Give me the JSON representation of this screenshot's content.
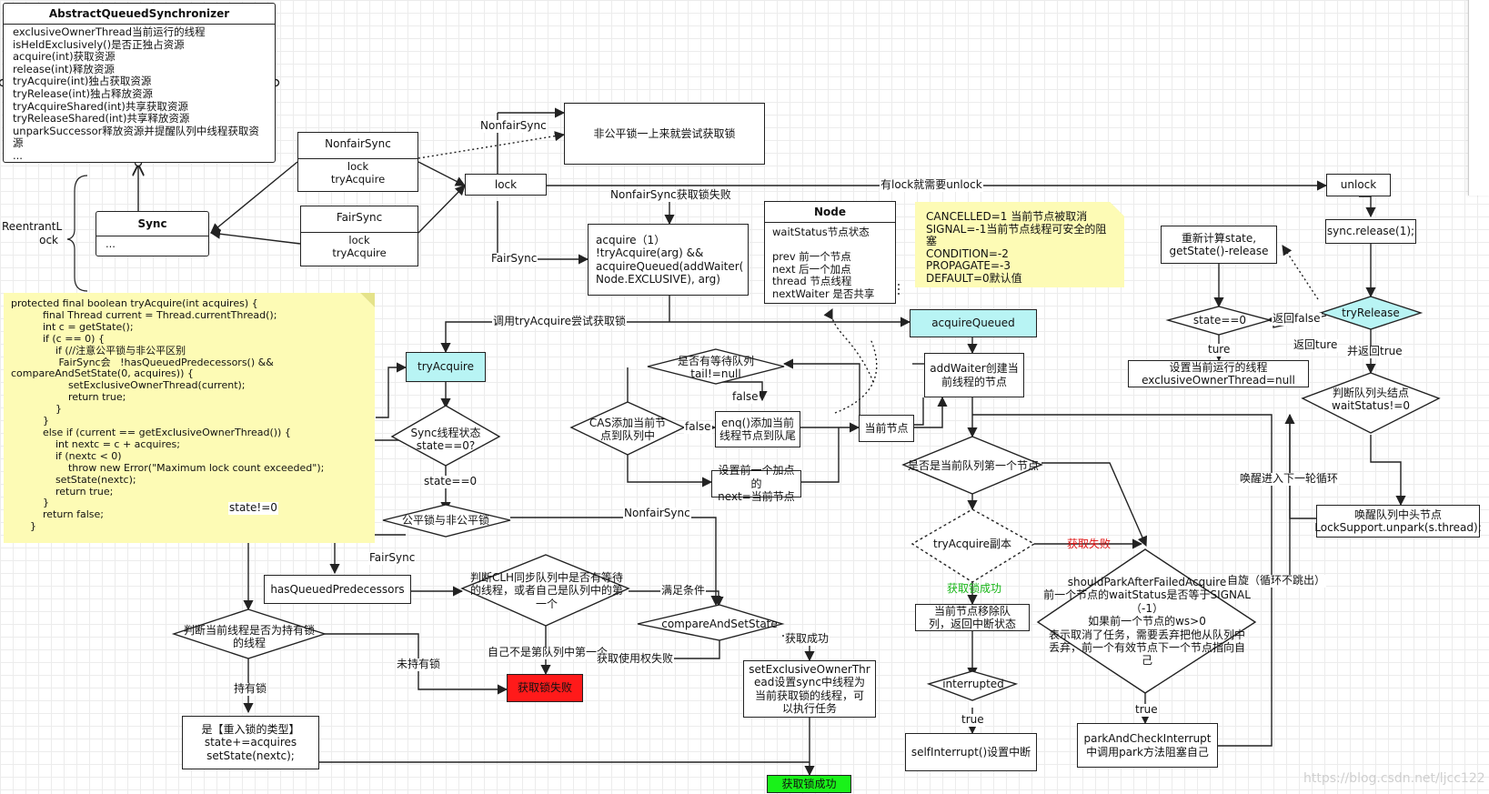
{
  "aqs": {
    "title": "AbstractQueuedSynchronizer",
    "body": "exclusiveOwnerThread当前运行的线程\nisHeldExclusively()是否正独占资源\nacquire(int)获取资源\nrelease(int)释放资源\ntryAcquire(int)独占获取资源\ntryRelease(int)独占释放资源\ntryAcquireShared(int)共享获取资源\ntryReleaseShared(int)共享释放资源\nunparkSuccessor释放资源并提醒队列中线程获取资源\n..."
  },
  "sync": {
    "title": "Sync",
    "body": "..."
  },
  "reentrantlock": "ReentrantL\nock",
  "nonfair_class": {
    "title": "NonfairSync",
    "body": "lock\ntryAcquire"
  },
  "fair_class": {
    "title": "FairSync",
    "body": "lock\ntryAcquire"
  },
  "code_note": "protected final boolean tryAcquire(int acquires) {\n          final Thread current = Thread.currentThread();\n          int c = getState();\n          if (c == 0) {\n              if (//注意公平锁与非公平区别\n               FairSync会   !hasQueuedPredecessors() &&\ncompareAndSetState(0, acquires)) {\n                  setExclusiveOwnerThread(current);\n                  return true;\n              }\n          }\n          else if (current == getExclusiveOwnerThread()) {\n              int nextc = c + acquires;\n              if (nextc < 0)\n                  throw new Error(\"Maximum lock count exceeded\");\n              setState(nextc);\n              return true;\n          }\n          return false;\n      }",
  "nodes": {
    "nonfair_try": "非公平锁一上来就尝试获取锁",
    "lock": "lock",
    "unlock": "unlock",
    "acquire": "acquire（1）\n!tryAcquire(arg) &&\nacquireQueued(addWaiter(\nNode.EXCLUSIVE), arg)",
    "node_title": "Node",
    "node_body": "waitStatus节点状态\n\nprev 前一个节点\nnext 后一个加点\nthread 节点线程\nnextWaiter 是否共享",
    "tryacquire": "tryAcquire",
    "acquirequeued": "acquireQueued",
    "addwaiter": "addWaiter创建当\n前线程的节点",
    "has_waiting": "是否有等待队列\ntail!=null",
    "cas_add": "CAS添加当前节\n点到队列中",
    "enq": "enq()添加当前\n线程节点到队尾",
    "current_node": "当前节点",
    "set_prev": "设置前一个加点的\nnext=当前节点",
    "sync_state": "Sync线程状态\nstate==0?",
    "fair_or_not": "公平锁与非公平锁",
    "hasqueued": "hasQueuedPredecessors",
    "clh_check": "判断CLH同步队列中是否有等待\n的线程，或者自己是队列中的第\n一个",
    "cas_state": "compareAndSetState",
    "set_owner": "setExclusiveOwnerThr\nead设置sync中线程为\n当前获取锁的线程，可\n以执行任务",
    "fail": "获取锁失败",
    "success": "获取锁成功",
    "is_holder": "判断当前线程是否为持有锁\n的线程",
    "reentrant": "是【重入锁的类型】\nstate+=acquires\nsetState(nextc);",
    "is_first": "是否是当前队列第一个节点",
    "try_copy": "tryAcquire副本",
    "remove_node": "当前节点移除队\n列，返回中断状态",
    "interrupted": "interrupted",
    "self_interrupt": "selfInterrupt()设置中断",
    "should_park": "shouldParkAfterFailedAcquire\n前一个节点的waitStatus是否等于SIGNAL\n（-1）\n如果前一个节点的ws>0\n表示取消了任务，需要丢弃把他从队列中\n丢弃，前一个有效节点下一个节点指向自\n己",
    "park_check": "parkAndCheckInterrupt\n中调用park方法阻塞自己",
    "sync_release": "sync.release(1);",
    "recalc_state": "重新计算state,\ngetState()-release",
    "try_release": "tryRelease",
    "state_eq0": "state==0",
    "set_null": "设置当前运行的线程\nexclusiveOwnerThread=null",
    "head_status": "判断队列头结点\nwaitStatus!=0",
    "unpark": "唤醒队列中头节点\nLockSupport.unpark(s.thread);"
  },
  "status_note": "CANCELLED=1 当前节点被取消\nSIGNAL=-1当前节点线程可安全的阻塞\nCONDITION=-2\nPROPAGATE=-3\nDEFAULT=0默认值",
  "labels": {
    "nonfairsync_top": "NonfairSync",
    "fairsync": "FairSync",
    "nonfair_fail": "NonfairSync获取锁失败",
    "need_unlock": "有lock就需要unlock",
    "call_tryacquire": "调用tryAcquire尝试获取锁",
    "false1": "false",
    "false2": "false",
    "state_eq_0": "state==0",
    "state_ne_0": "state!=0",
    "fairsync2": "FairSync",
    "nonfairsync2": "NonfairSync",
    "meets": "满足条件",
    "not_first": "自己不是第队列中第一个",
    "fail_use": "获取使用权失败",
    "got": "获取成功",
    "not_hold": "未持有锁",
    "hold": "持有锁",
    "got_green": "获取锁成功",
    "fail_red": "获取失败",
    "true1": "true",
    "true2": "true",
    "spin": "自旋（循环不跳出）",
    "wake_loop": "唤醒进入下一轮循环",
    "return_false": "返回false",
    "return_true": "返回ture",
    "ture": "ture",
    "and_true": "并返回true"
  },
  "watermark": "https://blog.csdn.net/ljcc122"
}
